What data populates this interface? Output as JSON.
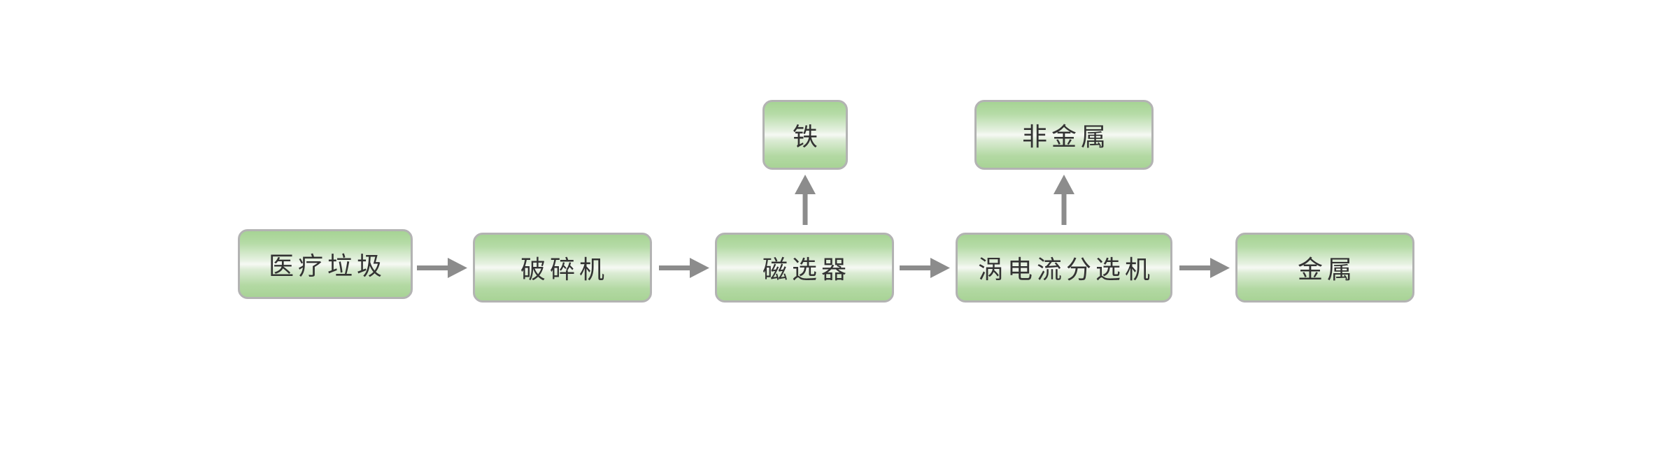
{
  "diagram": {
    "nodes": {
      "medical_waste": "医疗垃圾",
      "shredder": "破碎机",
      "magnetic_separator": "磁选器",
      "eddy_current_separator": "涡电流分选机",
      "metal": "金属",
      "iron": "铁",
      "non_metal": "非金属"
    }
  },
  "colors": {
    "node_fill_top": "#a6d394",
    "node_fill_center": "#f6f9f4",
    "node_border": "#b3b3b3",
    "arrow": "#8c8c8c",
    "text": "#333333"
  }
}
